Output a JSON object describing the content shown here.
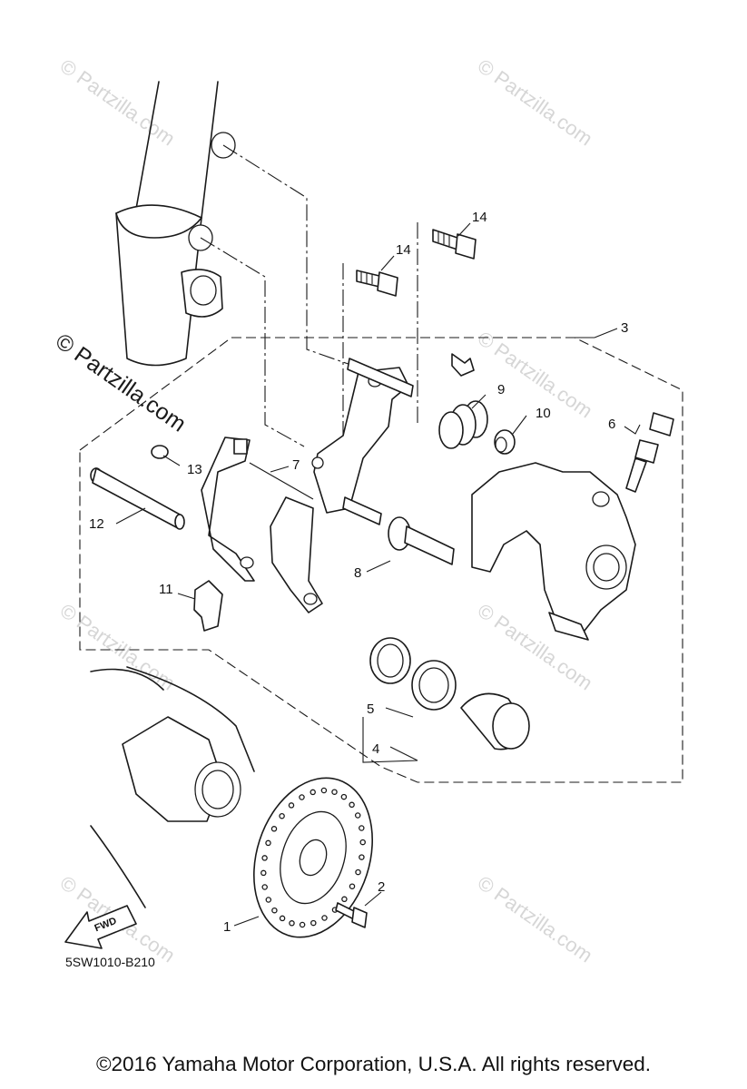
{
  "diagram": {
    "diagram_code": "5SW1010-B210",
    "copyright": "©2016  Yamaha Motor Corporation, U.S.A. All rights reserved.",
    "fwd_label": "FWD",
    "watermark_main": "© Partzilla.com",
    "watermark_faint": "© Partzilla.com",
    "callouts": [
      "1",
      "2",
      "3",
      "4",
      "5",
      "6",
      "7",
      "8",
      "9",
      "10",
      "11",
      "12",
      "13",
      "14",
      "14"
    ]
  }
}
